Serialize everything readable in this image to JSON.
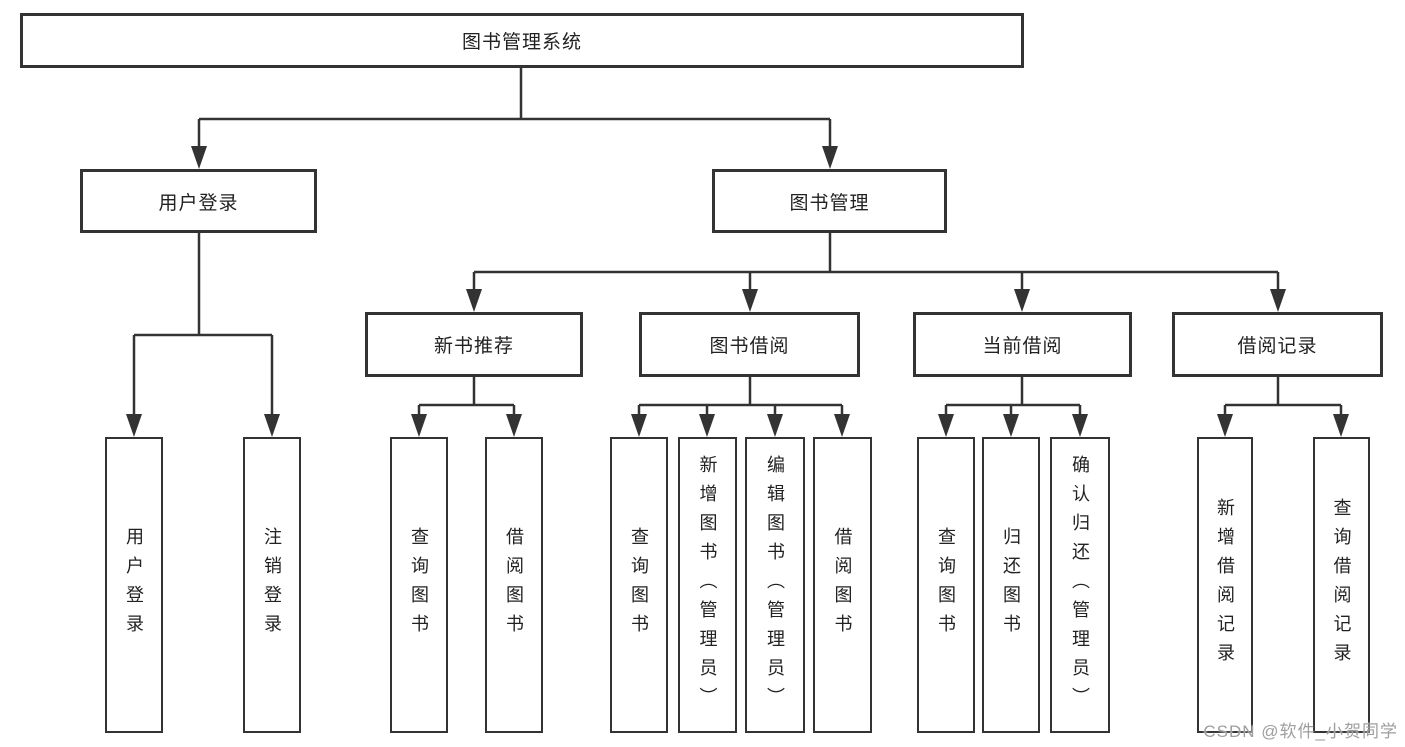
{
  "diagram": {
    "root": {
      "label": "图书管理系统"
    },
    "branches": {
      "user_login": {
        "label": "用户登录",
        "leaves": {
          "login": "用户登录",
          "logout": "注销登录"
        }
      },
      "book_mgmt": {
        "label": "图书管理",
        "sections": {
          "new_books": {
            "label": "新书推荐",
            "leaves": {
              "query": "查询图书",
              "borrow": "借阅图书"
            }
          },
          "borrowing": {
            "label": "图书借阅",
            "leaves": {
              "query": "查询图书",
              "add": "新增图书（管理员）",
              "edit": "编辑图书（管理员）",
              "borrow": "借阅图书"
            }
          },
          "current": {
            "label": "当前借阅",
            "leaves": {
              "query": "查询图书",
              "return": "归还图书",
              "confirm": "确认归还（管理员）"
            }
          },
          "records": {
            "label": "借阅记录",
            "leaves": {
              "add": "新增借阅记录",
              "query": "查询借阅记录"
            }
          }
        }
      }
    }
  },
  "watermark": {
    "text": "CSDN @软件_小贺同学"
  },
  "colors": {
    "background": "#ffffff",
    "line": "#333333",
    "box_border": "#333333",
    "text": "#222222",
    "watermark": "#9e9e9e"
  }
}
